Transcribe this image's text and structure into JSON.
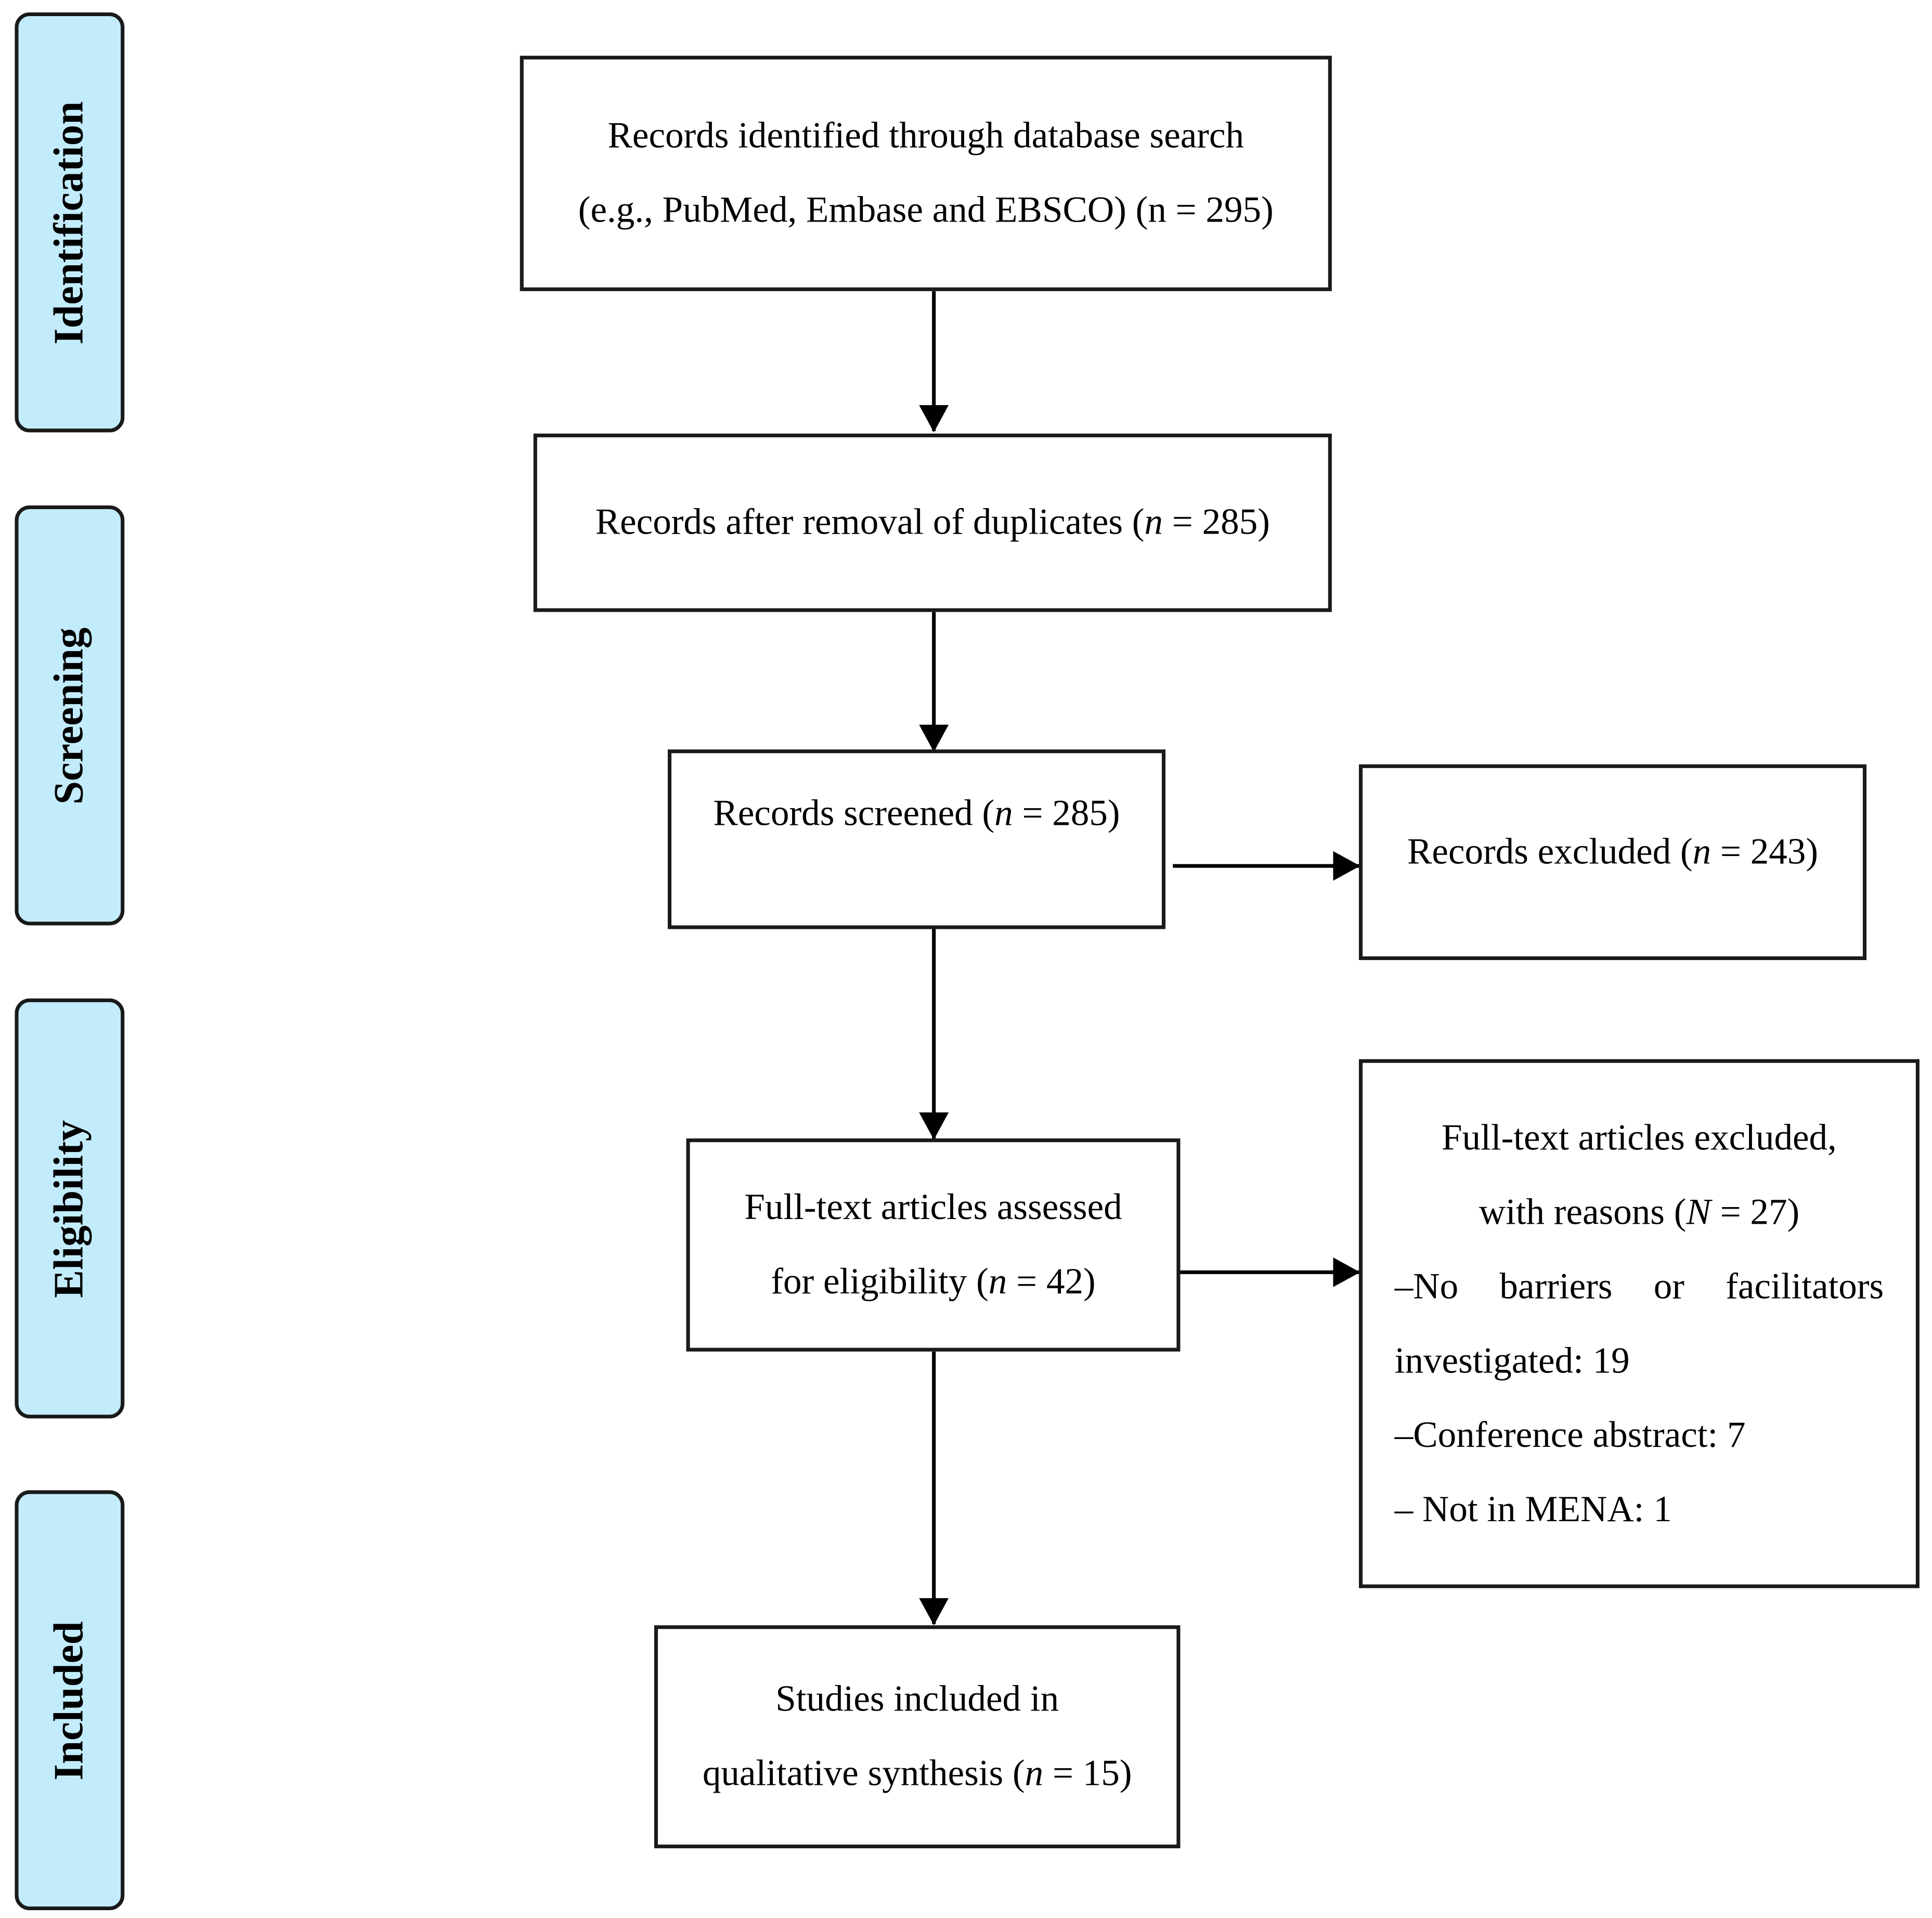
{
  "phases": {
    "identification": "Identification",
    "screening": "Screening",
    "eligibility": "Eligibility",
    "included": "Included"
  },
  "boxes": {
    "identified": {
      "line1": "Records identified through database search",
      "line2": "(e.g., PubMed, Embase and EBSCO) (n = 295)"
    },
    "deduplicated": {
      "prefix": "Records after removal of duplicates (",
      "n": "n",
      "suffix": " = 285)"
    },
    "screened": {
      "prefix": "Records screened (",
      "n": "n",
      "suffix": " = 285)"
    },
    "excluded": {
      "prefix": "Records excluded (",
      "n": "n",
      "suffix": " = 243)"
    },
    "assessed": {
      "line1": "Full-text articles assessed",
      "line2_prefix": "for eligibility (",
      "n": "n",
      "line2_suffix": " = 42)"
    },
    "fulltext_excluded": {
      "line1": "Full-text articles excluded,",
      "line2_prefix": "with reasons (",
      "N": "N",
      "line2_suffix": " = 27)",
      "reason1_words": [
        "–No",
        "barriers",
        "or",
        "facilitators"
      ],
      "reason1_cont": "investigated: 19",
      "reason2": "–Conference abstract: 7",
      "reason3": "– Not in MENA: 1"
    },
    "included": {
      "line1": "Studies included in",
      "line2_prefix": "qualitative synthesis (",
      "n": "n",
      "line2_suffix": " = 15)"
    }
  }
}
